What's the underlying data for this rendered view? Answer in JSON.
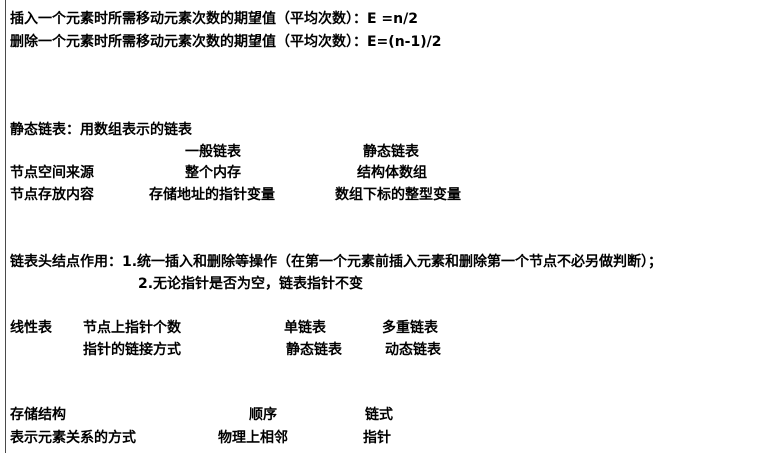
{
  "expectation": {
    "insert_line": "插入一个元素时所需移动元素次数的期望值（平均次数）：E =n/2",
    "delete_line": "删除一个元素时所需移动元素次数的期望值（平均次数）：E=(n-1)/2"
  },
  "static_list": {
    "heading": "静态链表：用数组表示的链表",
    "col_general": "一般链表",
    "col_static": "静态链表",
    "row1_label": "节点空间来源",
    "row1_general": "整个内存",
    "row1_static": "结构体数组",
    "row2_label": "节点存放内容",
    "row2_general": "存储地址的指针变量",
    "row2_static": "数组下标的整型变量"
  },
  "head_node": {
    "line1": "链表头结点作用：1.统一插入和删除等操作（在第一个元素前插入元素和删除第一个节点不必另做判断）；",
    "line2": "2.无论指针是否为空，链表指针不变"
  },
  "linear_list": {
    "label": "线性表",
    "row1_criterion": "节点上指针个数",
    "row1_a": "单链表",
    "row1_b": "多重链表",
    "row2_criterion": "指针的链接方式",
    "row2_a": "静态链表",
    "row2_b": "动态链表"
  },
  "storage": {
    "row1_label": "存储结构",
    "row1_a": "顺序",
    "row1_b": "链式",
    "row2_label": "表示元素关系的方式",
    "row2_a": "物理上相邻",
    "row2_b": "指针"
  }
}
